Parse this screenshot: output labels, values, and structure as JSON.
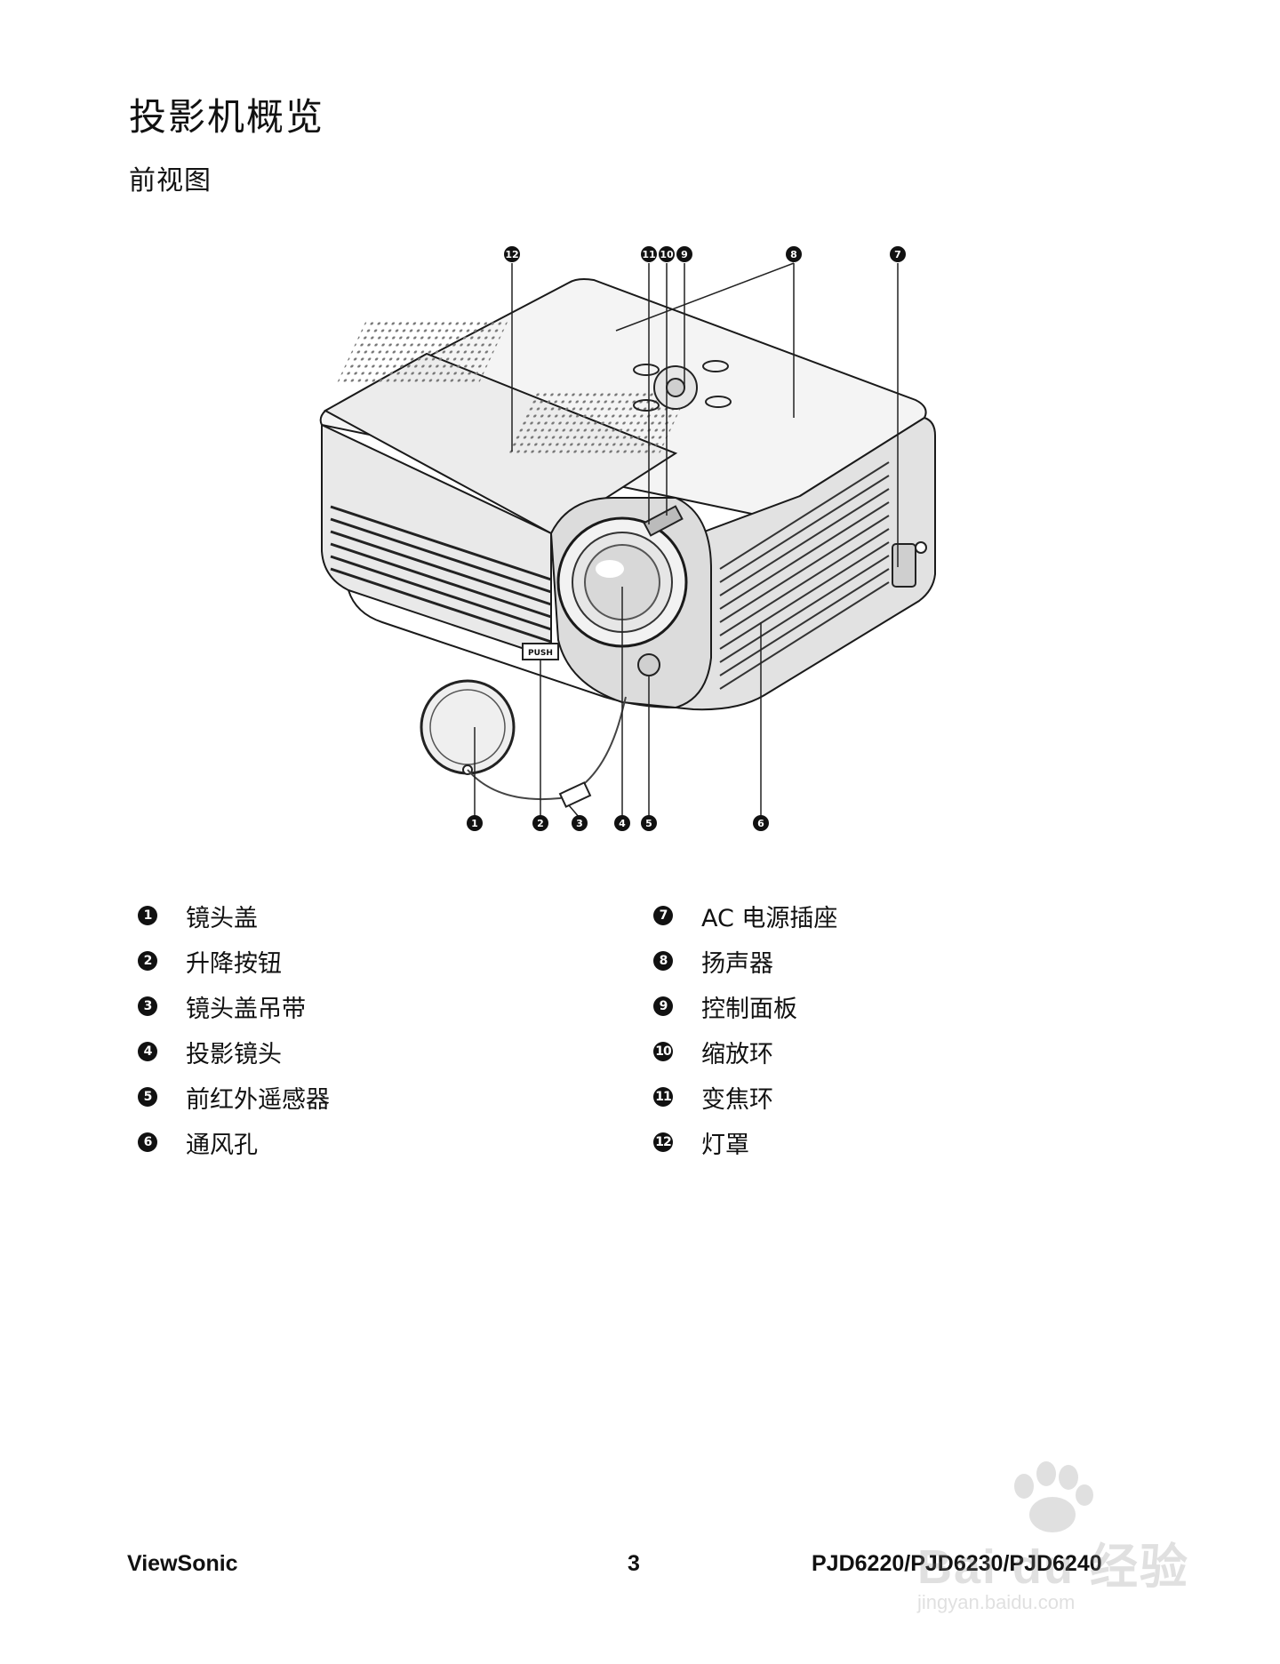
{
  "title": "投影机概览",
  "subtitle": "前视图",
  "legend": {
    "left": [
      {
        "num": "1",
        "label": "镜头盖"
      },
      {
        "num": "2",
        "label": "升降按钮"
      },
      {
        "num": "3",
        "label": "镜头盖吊带"
      },
      {
        "num": "4",
        "label": "投影镜头"
      },
      {
        "num": "5",
        "label": "前红外遥感器"
      },
      {
        "num": "6",
        "label": "通风孔"
      }
    ],
    "right": [
      {
        "num": "7",
        "label": "AC 电源插座"
      },
      {
        "num": "8",
        "label": "扬声器"
      },
      {
        "num": "9",
        "label": "控制面板"
      },
      {
        "num": "10",
        "label": "缩放环"
      },
      {
        "num": "11",
        "label": "变焦环"
      },
      {
        "num": "12",
        "label": "灯罩"
      }
    ]
  },
  "figure": {
    "push_label": "PUSH",
    "callouts": {
      "c1": "1",
      "c2": "2",
      "c3": "3",
      "c4": "4",
      "c5": "5",
      "c6": "6",
      "c7": "7",
      "c8": "8",
      "c9": "9",
      "c10": "10",
      "c11": "11",
      "c12": "12"
    }
  },
  "footer": {
    "brand": "ViewSonic",
    "page_number": "3",
    "models": "PJD6220/PJD6230/PJD6240"
  },
  "watermark": {
    "brand_text": "Bai du 经验",
    "url": "jingyan.baidu.com"
  }
}
